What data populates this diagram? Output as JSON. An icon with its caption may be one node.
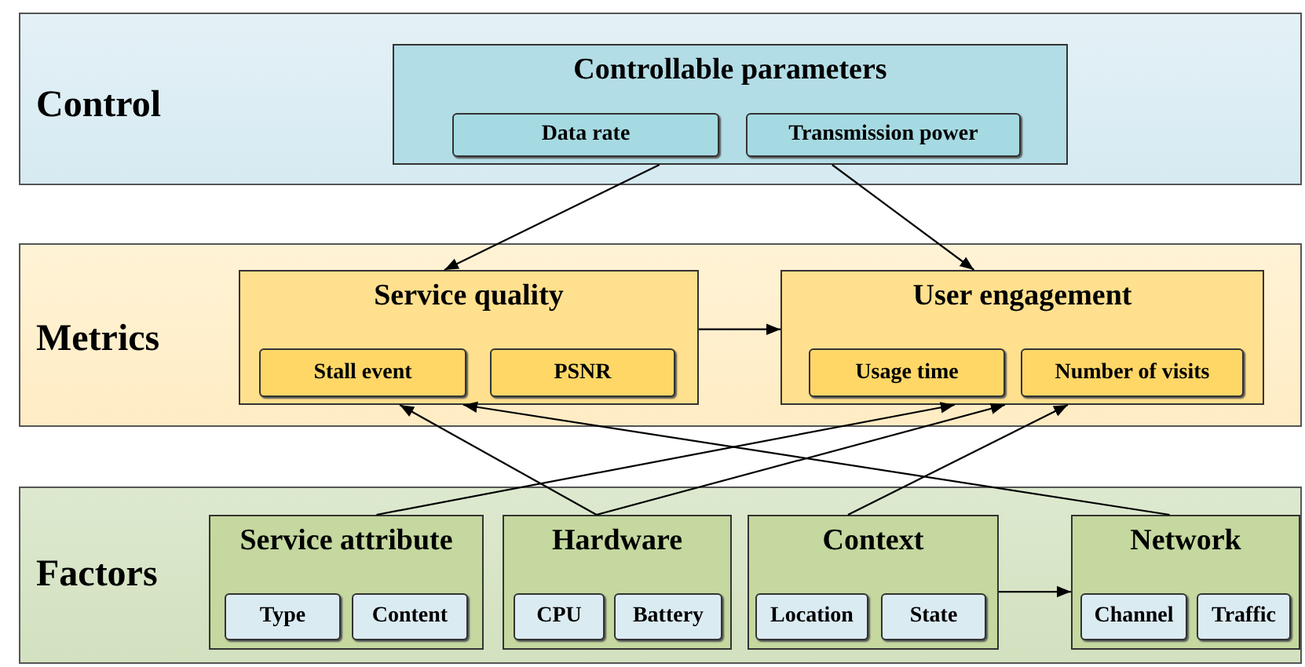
{
  "diagram": {
    "nodes": [
      {
        "text": [
          "Control"
        ]
      },
      {
        "text": [
          "Controllable parameters"
        ],
        "in": 0
      },
      {
        "text": [
          "Data rate"
        ],
        "in": 1
      },
      {
        "text": [
          "Transmission power"
        ],
        "in": 1
      },
      {
        "text": [
          "Metrics"
        ]
      },
      {
        "text": [
          "Service quality"
        ],
        "in": 4
      },
      {
        "text": [
          "Stall event"
        ],
        "in": 5
      },
      {
        "text": [
          "PSNR"
        ],
        "in": 5
      },
      {
        "text": [
          "User engagement"
        ],
        "in": 4
      },
      {
        "text": [
          "Usage time"
        ],
        "in": 8
      },
      {
        "text": [
          "Number of visits"
        ],
        "in": 8
      },
      {
        "text": [
          "Factors"
        ]
      },
      {
        "text": [
          "Service attribute"
        ],
        "in": 11
      },
      {
        "text": [
          "Type"
        ],
        "in": 12
      },
      {
        "text": [
          "Content"
        ],
        "in": 12
      },
      {
        "text": [
          "Hardware"
        ],
        "in": 11
      },
      {
        "text": [
          "CPU"
        ],
        "in": 15
      },
      {
        "text": [
          "Battery"
        ],
        "in": 15
      },
      {
        "text": [
          "Context"
        ],
        "in": 11
      },
      {
        "text": [
          "Location"
        ],
        "in": 18
      },
      {
        "text": [
          "State"
        ],
        "in": 18
      },
      {
        "text": [
          "Network"
        ],
        "in": 11
      },
      {
        "text": [
          "Channel"
        ],
        "in": 21
      },
      {
        "text": [
          "Traffic"
        ],
        "in": 21
      }
    ],
    "edges": [
      {
        "from": 1,
        "to": 5,
        "arrow": "to"
      },
      {
        "from": 1,
        "to": 8,
        "arrow": "to"
      },
      {
        "from": 5,
        "to": 8,
        "arrow": "to"
      },
      {
        "from": 12,
        "to": 8,
        "arrow": "to"
      },
      {
        "from": 15,
        "to": 5,
        "arrow": "to"
      },
      {
        "from": 15,
        "to": 8,
        "arrow": "to"
      },
      {
        "from": 18,
        "to": 8,
        "arrow": "to"
      },
      {
        "from": 21,
        "to": 5,
        "arrow": "to"
      },
      {
        "from": 18,
        "to": 21,
        "arrow": "to"
      }
    ]
  }
}
